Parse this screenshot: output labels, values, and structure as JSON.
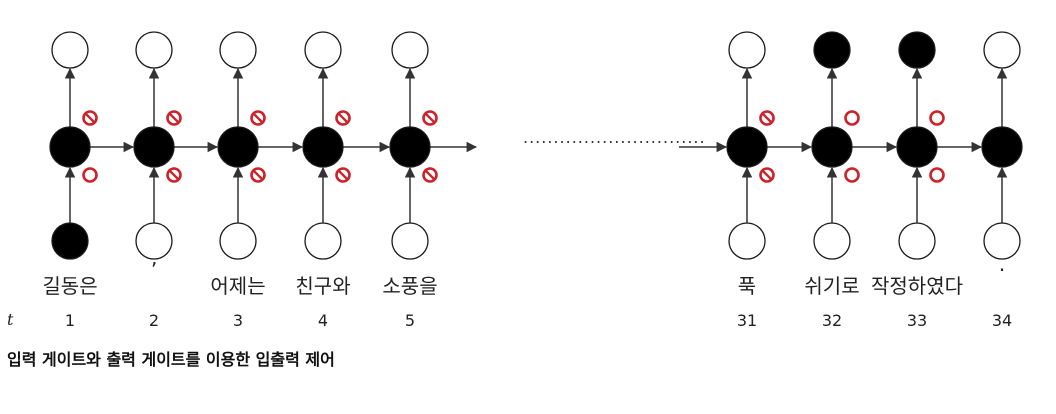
{
  "diagram": {
    "ellipsis": "..............................",
    "time_label": "t",
    "caption": "입력 게이트와 출력 게이트를 이용한 입출력 제어",
    "colors": {
      "node": "#000000",
      "node_stroke": "#1a1a1a",
      "empty_fill": "#ffffff",
      "line": "#333333",
      "gate_red": "#cc2229"
    },
    "steps": [
      {
        "t": "1",
        "word": "길동은",
        "input_filled": true,
        "output_filled": false,
        "gate_out": "closed",
        "gate_in": "open"
      },
      {
        "t": "2",
        "word": "’",
        "input_filled": false,
        "output_filled": false,
        "gate_out": "closed",
        "gate_in": "closed"
      },
      {
        "t": "3",
        "word": "어제는",
        "input_filled": false,
        "output_filled": false,
        "gate_out": "closed",
        "gate_in": "closed"
      },
      {
        "t": "4",
        "word": "친구와",
        "input_filled": false,
        "output_filled": false,
        "gate_out": "closed",
        "gate_in": "closed"
      },
      {
        "t": "5",
        "word": "소풍을",
        "input_filled": false,
        "output_filled": false,
        "gate_out": "closed",
        "gate_in": "closed"
      },
      {
        "t": "31",
        "word": "푹",
        "input_filled": false,
        "output_filled": false,
        "gate_out": "closed",
        "gate_in": "closed"
      },
      {
        "t": "32",
        "word": "쉬기로",
        "input_filled": false,
        "output_filled": true,
        "gate_out": "open",
        "gate_in": "open"
      },
      {
        "t": "33",
        "word": "작정하였다",
        "input_filled": false,
        "output_filled": true,
        "gate_out": "open",
        "gate_in": "open"
      },
      {
        "t": "34",
        "word": "·",
        "input_filled": false,
        "output_filled": false,
        "gate_out": "",
        "gate_in": ""
      }
    ]
  }
}
